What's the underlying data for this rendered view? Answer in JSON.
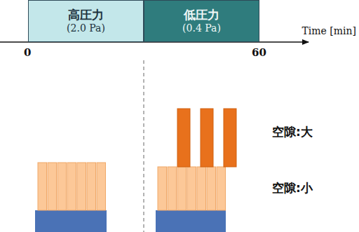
{
  "diagram": {
    "nodes": [
      {
        "text": [
          "高圧力",
          "(2.0 Pa)"
        ]
      },
      {
        "text": [
          "低圧力",
          "(0.4 Pa)"
        ]
      }
    ],
    "labels": [
      "Time [min]",
      "0",
      "60",
      "空隙:大",
      "空隙:小"
    ]
  }
}
